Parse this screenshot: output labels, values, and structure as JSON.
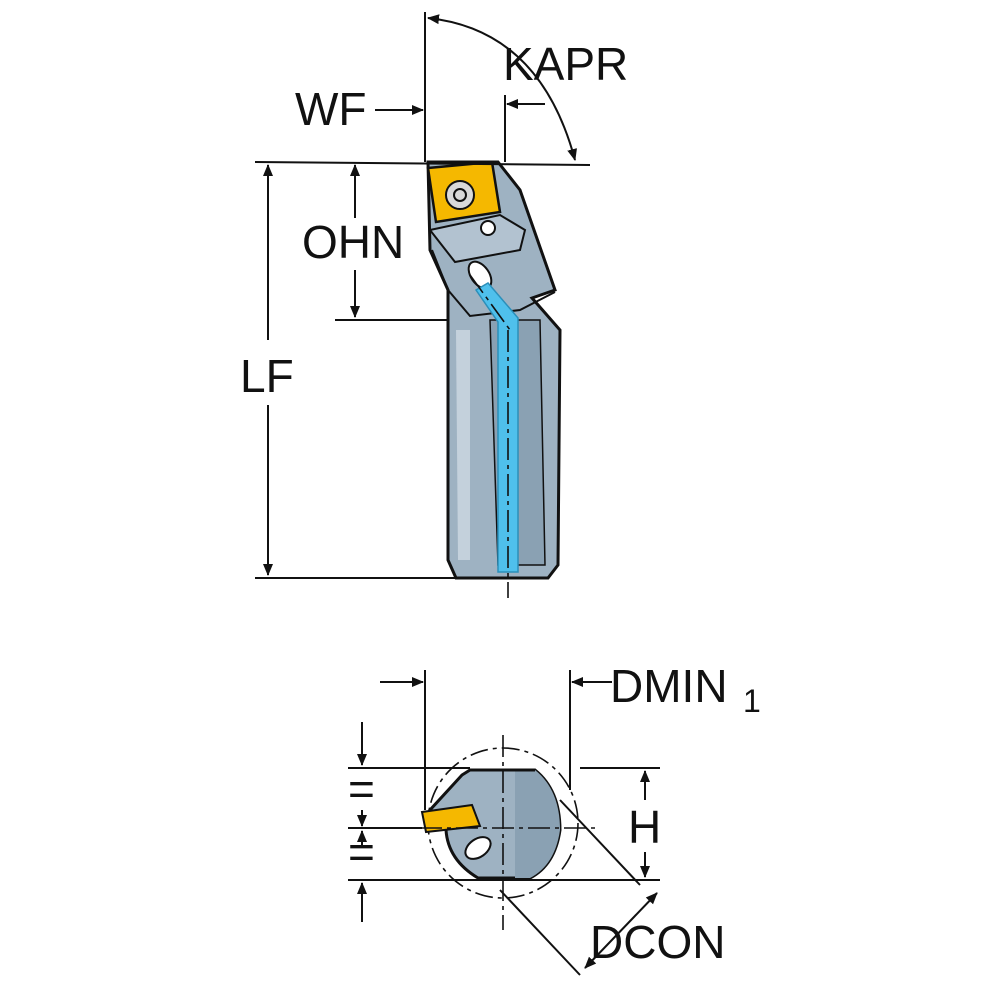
{
  "labels": {
    "kapr": "KAPR",
    "wf": "WF",
    "ohn": "OHN",
    "lf": "LF",
    "dmin": "DMIN",
    "dmin_sub": "1",
    "h": "H",
    "dcon": "DCON",
    "equal": "="
  },
  "colors": {
    "body": "#9eb2c2",
    "body_dark": "#7f96a8",
    "body_light": "#c4d1dc",
    "outline": "#111111",
    "coolant": "#4fc0ec",
    "insert": "#f5b800",
    "insert_edge": "#c98f00"
  },
  "icons": {
    "arrow": "arrow-icon",
    "screw": "torx-screw-icon"
  }
}
